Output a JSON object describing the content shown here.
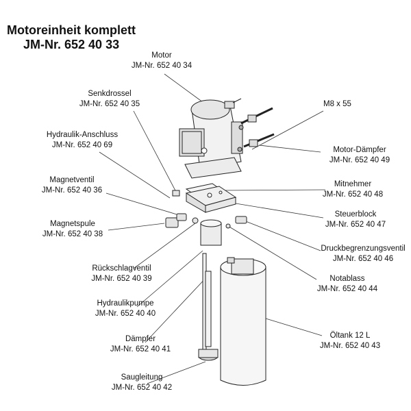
{
  "title": {
    "line1": "Motoreinheit komplett",
    "line2": "JM-Nr. 652 40 33"
  },
  "labels": {
    "motor": {
      "name": "Motor",
      "nr": "JM-Nr. 652 40 34"
    },
    "senkdrossel": {
      "name": "Senkdrossel",
      "nr": "JM-Nr. 652 40 35"
    },
    "hydraulik_anschluss": {
      "name": "Hydraulik-Anschluss",
      "nr": "JM-Nr. 652 40 69"
    },
    "magnetventil": {
      "name": "Magnetventil",
      "nr": "JM-Nr. 652 40 36"
    },
    "magnetspule": {
      "name": "Magnetspule",
      "nr": "JM-Nr. 652 40 38"
    },
    "rueckschlagventil": {
      "name": "Rückschlagventil",
      "nr": "JM-Nr. 652 40 39"
    },
    "hydraulikpumpe": {
      "name": "Hydraulikpumpe",
      "nr": "JM-Nr. 652 40 40"
    },
    "daempfer": {
      "name": "Dämpfer",
      "nr": "JM-Nr. 652 40 41"
    },
    "saugleitung": {
      "name": "Saugleitung",
      "nr": "JM-Nr. 652 40 42"
    },
    "m8": {
      "name": "M8 x 55"
    },
    "motor_daempfer": {
      "name": "Motor-Dämpfer",
      "nr": "JM-Nr. 652 40 49"
    },
    "mitnehmer": {
      "name": "Mitnehmer",
      "nr": "JM-Nr. 652 40 48"
    },
    "steuerblock": {
      "name": "Steuerblock",
      "nr": "JM-Nr. 652 40 47"
    },
    "druckbegrenzung": {
      "name": "Druckbegrenzungsventil",
      "nr": "JM-Nr. 652 40 46"
    },
    "notablass": {
      "name": "Notablass",
      "nr": "JM-Nr. 652 40 44"
    },
    "oeltank": {
      "name": "Öltank 12 L",
      "nr": "JM-Nr. 652 40 43"
    }
  }
}
